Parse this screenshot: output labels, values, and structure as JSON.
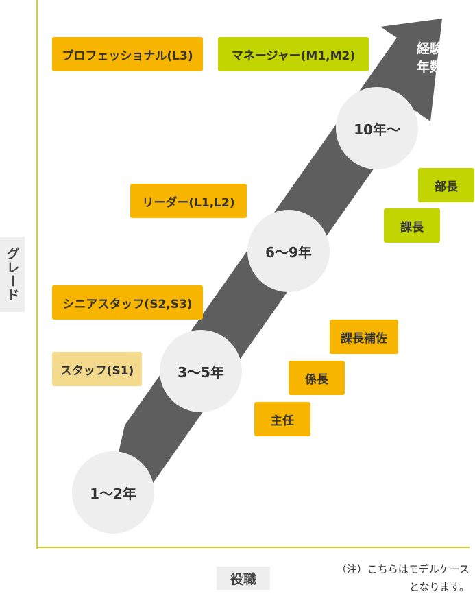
{
  "axes": {
    "y_label": "グレード",
    "x_label": "役職"
  },
  "arrow": {
    "label": "経験\n年数",
    "color": "#5e5e5e"
  },
  "experience_stages": [
    "1〜2年",
    "3〜5年",
    "6〜9年",
    "10年〜"
  ],
  "grades": {
    "staff": "スタッフ(S1)",
    "senior_staff": "シニアスタッフ(S2,S3)",
    "leader": "リーダー(L1,L2)",
    "professional": "プロフェッショナル(L3)",
    "manager": "マネージャー(M1,M2)"
  },
  "positions": {
    "shunin": "主任",
    "kakaricho": "係長",
    "kacho_hosa": "課長補佐",
    "kacho": "課長",
    "bucho": "部長"
  },
  "note": "（注）こちらはモデルケースとなります。",
  "colors": {
    "axis": "#d7d02a",
    "orange": "#f7b500",
    "green": "#c2d500",
    "pale_yellow": "#f3da8d",
    "circle": "#eeeeee"
  }
}
